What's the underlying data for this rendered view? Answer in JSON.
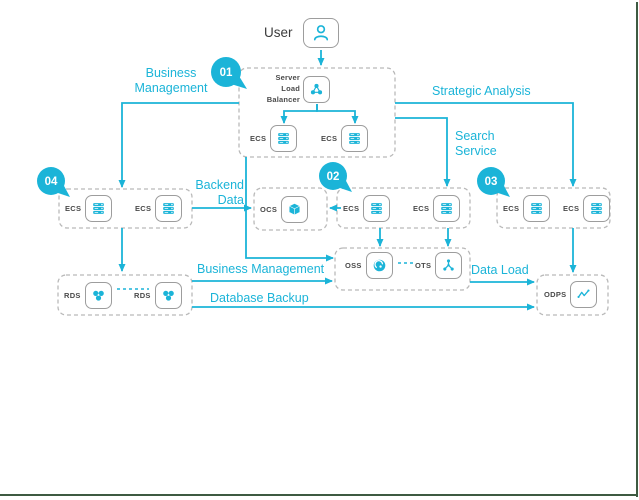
{
  "colors": {
    "accent": "#1BB4D8",
    "icon_box_border": "#9D9D9D",
    "group_border": "#B9B9B9",
    "node_label_text": "#4A4A4A",
    "frame_line": "#3E5A41",
    "badge_text": "#FFFFFF"
  },
  "user": {
    "label": "User"
  },
  "badges": {
    "b01": "01",
    "b02": "02",
    "b03": "03",
    "b04": "04"
  },
  "nodes": {
    "slb": {
      "line1": "Server",
      "line2": "Load",
      "line3": "Balancer"
    },
    "ecs_01a": "ECS",
    "ecs_01b": "ECS",
    "ecs_04a": "ECS",
    "ecs_04b": "ECS",
    "ocs": "OCS",
    "ecs_02a": "ECS",
    "ecs_02b": "ECS",
    "ecs_03a": "ECS",
    "ecs_03b": "ECS",
    "oss": "OSS",
    "ots": "OTS",
    "rds_a": "RDS",
    "rds_b": "RDS",
    "odps": "ODPS"
  },
  "edge_labels": {
    "business_management_top_line1": "Business",
    "business_management_top_line2": "Management",
    "strategic_analysis": "Strategic Analysis",
    "search_service_line1": "Search",
    "search_service_line2": "Service",
    "backend_data_line1": "Backend",
    "backend_data_line2": "Data",
    "business_management_bottom": "Business Management",
    "database_backup": "Database Backup",
    "data_load": "Data Load"
  },
  "icons": {
    "user": "user-icon",
    "slb": "load-balancer-icon",
    "ecs": "server-stack-icon",
    "ocs": "cache-box-icon",
    "oss": "storage-cloud-icon",
    "ots": "table-store-node-icon",
    "rds": "database-cluster-icon",
    "odps": "analytics-pulse-icon"
  }
}
